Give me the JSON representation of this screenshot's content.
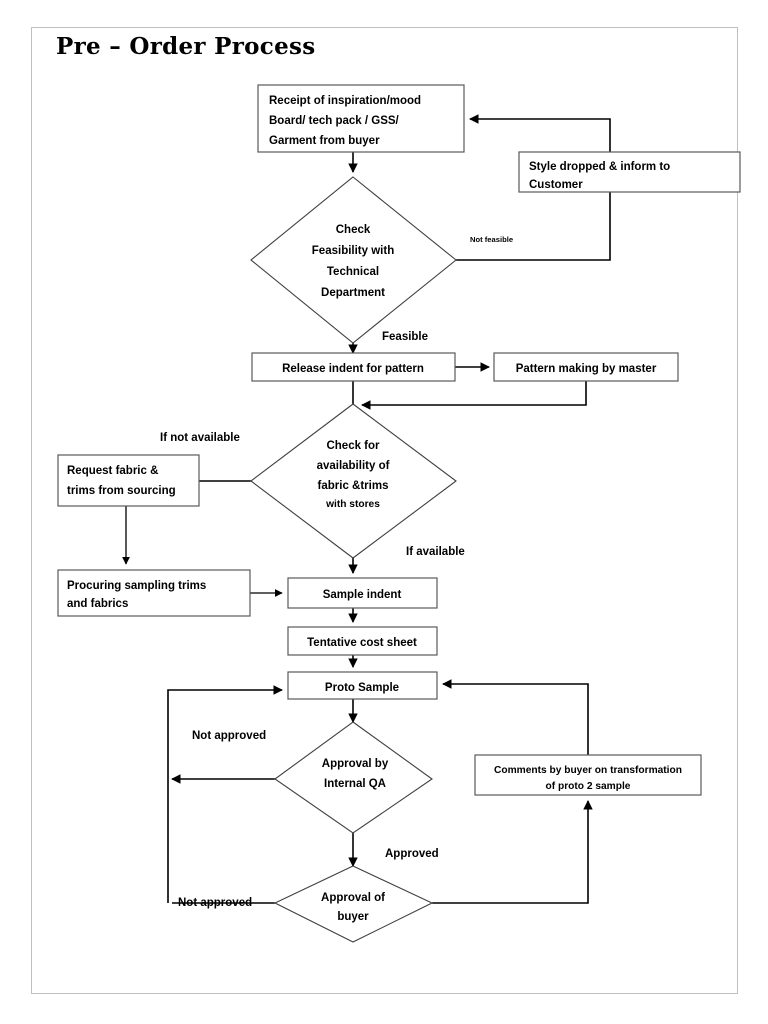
{
  "page": {
    "title": "Pre – Order Process",
    "border_color": "#bfbfbf",
    "background": "#ffffff",
    "line_color": "#000000",
    "shape_stroke": "#595959"
  },
  "nodes": {
    "receipt": {
      "type": "process",
      "lines": [
        "Receipt of inspiration/mood",
        "Board/ tech pack / GSS/",
        "Garment from buyer"
      ]
    },
    "style_dropped": {
      "type": "process",
      "lines": [
        "Style dropped & inform to",
        "Customer"
      ]
    },
    "check_feasibility": {
      "type": "decision",
      "lines": [
        "Check",
        "Feasibility with",
        "Technical",
        "Department"
      ]
    },
    "release_indent": {
      "type": "process",
      "lines": [
        "Release indent for pattern"
      ]
    },
    "pattern_making": {
      "type": "process",
      "lines": [
        "Pattern making by master"
      ]
    },
    "check_availability": {
      "type": "decision",
      "lines": [
        "Check for",
        "availability of",
        "fabric &trims"
      ],
      "small_line": "with stores"
    },
    "request_fabric": {
      "type": "process",
      "lines": [
        "Request fabric &",
        "trims from sourcing"
      ]
    },
    "procuring": {
      "type": "process",
      "lines": [
        "Procuring sampling trims",
        "and fabrics"
      ]
    },
    "sample_indent": {
      "type": "process",
      "lines": [
        "Sample indent"
      ]
    },
    "tentative_cost": {
      "type": "process",
      "lines": [
        "Tentative cost sheet"
      ]
    },
    "proto_sample": {
      "type": "process",
      "lines": [
        "Proto Sample"
      ]
    },
    "approval_qa": {
      "type": "decision",
      "lines": [
        "Approval by",
        "Internal QA"
      ]
    },
    "comments_buyer": {
      "type": "process",
      "lines": [
        "Comments by buyer on transformation",
        "of proto 2 sample"
      ]
    },
    "approval_buyer": {
      "type": "decision",
      "lines": [
        "Approval of",
        "buyer"
      ]
    }
  },
  "edge_labels": {
    "not_feasible": "Not feasible",
    "feasible": "Feasible",
    "if_not_available": "If not available",
    "if_available": "If available",
    "not_approved_qa": "Not approved",
    "approved_qa": "Approved",
    "not_approved_buyer": "Not approved"
  }
}
